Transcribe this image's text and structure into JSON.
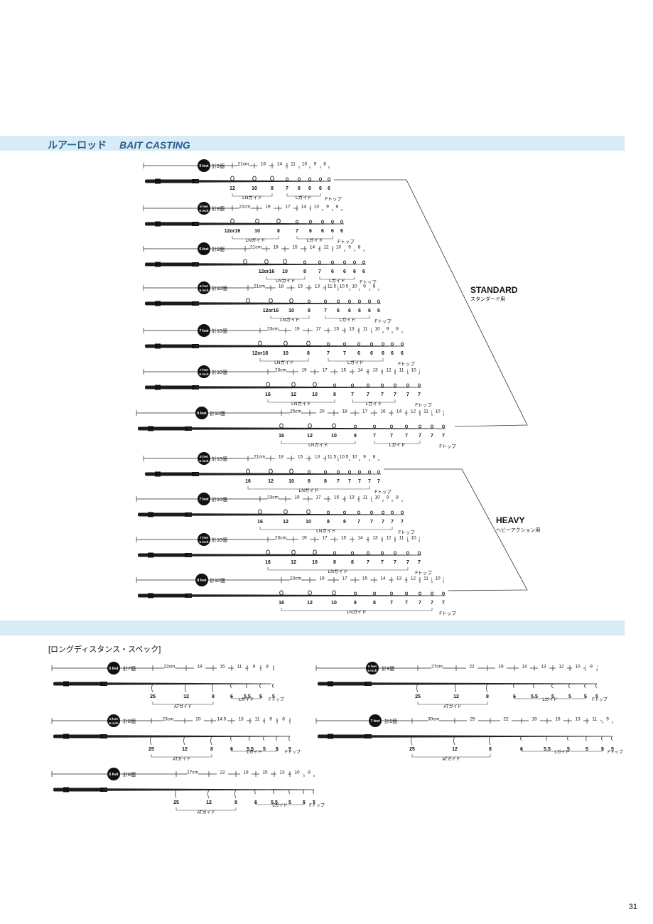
{
  "section": {
    "jp": "ルアーロッド",
    "en": "BAIT CASTING"
  },
  "groups": {
    "standard": {
      "label": "STANDARD",
      "sub": "スタンダード用"
    },
    "heavy": {
      "label": "HEAVY",
      "sub": "ヘビーアクション用"
    }
  },
  "long_distance_title": "[ロングディスタンス・スペック]",
  "page_number": "31",
  "labels": {
    "ln": "LNガイド",
    "l": "Lガイド",
    "at": "ATガイド",
    "f": "Fトップ"
  },
  "rods": [
    {
      "badge": [
        "5feet"
      ],
      "count": "計9個",
      "spacing": [
        "21cm",
        "16",
        "14",
        "11",
        "10",
        "9",
        "8"
      ],
      "sizes": [
        "12",
        "10",
        "8",
        "7",
        "6",
        "6",
        "6",
        "6"
      ],
      "ln": 3,
      "l": 4
    },
    {
      "badge": [
        "5feet",
        "6inches"
      ],
      "count": "計9個",
      "spacing": [
        "21cm",
        "19",
        "17",
        "14",
        "10",
        "9",
        "8"
      ],
      "sizes": [
        "12or16",
        "10",
        "8",
        "7",
        "6",
        "6",
        "6",
        "6"
      ],
      "ln": 3,
      "l": 4
    },
    {
      "badge": [
        "6feet"
      ],
      "count": "計9個",
      "spacing": [
        "21cm",
        "18",
        "15",
        "14",
        "12",
        "10",
        "9",
        "8"
      ],
      "sizes": [
        "12or16",
        "10",
        "8",
        "7",
        "6",
        "6",
        "6",
        "6"
      ],
      "ln": 3,
      "l": 4
    },
    {
      "badge": [
        "6feet",
        "6inches"
      ],
      "count": "計10個",
      "spacing": [
        "21cm",
        "18",
        "15",
        "13",
        "11.5",
        "10.5",
        "10",
        "9",
        "8"
      ],
      "sizes": [
        "12or16",
        "10",
        "8",
        "7",
        "6",
        "6",
        "6",
        "6",
        "6"
      ],
      "ln": 3,
      "l": 5
    },
    {
      "badge": [
        "7feet"
      ],
      "count": "計10個",
      "spacing": [
        "23cm",
        "19",
        "17",
        "15",
        "13",
        "11",
        "10",
        "9",
        "8"
      ],
      "sizes": [
        "12or16",
        "10",
        "8",
        "7",
        "7",
        "6",
        "6",
        "6",
        "6",
        "6"
      ],
      "ln": 3,
      "l": 5
    },
    {
      "badge": [
        "7feet",
        "6inches"
      ],
      "count": "計10個",
      "spacing": [
        "23cm",
        "19",
        "17",
        "15",
        "14",
        "13",
        "12",
        "11",
        "10"
      ],
      "sizes": [
        "16",
        "12",
        "10",
        "8",
        "7",
        "7",
        "7",
        "7",
        "7",
        "7"
      ],
      "ln": 4,
      "l": 4
    },
    {
      "badge": [
        "8feet"
      ],
      "count": "計10個",
      "spacing": [
        "25cm",
        "20",
        "18",
        "17",
        "16",
        "14",
        "12",
        "11",
        "10"
      ],
      "sizes": [
        "16",
        "12",
        "10",
        "8",
        "7",
        "7",
        "7",
        "7",
        "7",
        "7"
      ],
      "ln": 4,
      "l": 4
    },
    {
      "badge": [
        "6feet",
        "6inches"
      ],
      "count": "計10個",
      "spacing": [
        "21cm",
        "18",
        "15",
        "13",
        "11.5",
        "10.5",
        "10",
        "9",
        "8"
      ],
      "sizes": [
        "16",
        "12",
        "10",
        "8",
        "8",
        "7",
        "7",
        "7",
        "7",
        "7"
      ],
      "ln": 9,
      "l": 0
    },
    {
      "badge": [
        "7feet"
      ],
      "count": "計10個",
      "spacing": [
        "23cm",
        "19",
        "17",
        "15",
        "13",
        "11",
        "10",
        "9",
        "8"
      ],
      "sizes": [
        "16",
        "12",
        "10",
        "8",
        "8",
        "7",
        "7",
        "7",
        "7",
        "7"
      ],
      "ln": 9,
      "l": 0
    },
    {
      "badge": [
        "7feet",
        "6inches"
      ],
      "count": "計10個",
      "spacing": [
        "23cm",
        "19",
        "17",
        "15",
        "14",
        "13",
        "12",
        "11",
        "10"
      ],
      "sizes": [
        "16",
        "12",
        "10",
        "8",
        "8",
        "7",
        "7",
        "7",
        "7",
        "7"
      ],
      "ln": 9,
      "l": 0
    },
    {
      "badge": [
        "8feet"
      ],
      "count": "計10個",
      "spacing": [
        "23cm",
        "19",
        "17",
        "15",
        "14",
        "13",
        "12",
        "11",
        "10"
      ],
      "sizes": [
        "16",
        "12",
        "10",
        "8",
        "8",
        "7",
        "7",
        "7",
        "7",
        "7"
      ],
      "ln": 9,
      "l": 0
    }
  ],
  "ld_rods": [
    {
      "badge": [
        "5feet"
      ],
      "count": "計7個",
      "spacing": [
        "22cm",
        "19",
        "15",
        "11",
        "9",
        "8"
      ],
      "sizes": [
        "25",
        "12",
        "8",
        "6",
        "5.5",
        "5",
        "5"
      ],
      "at": 3,
      "l": 3
    },
    {
      "badge": [
        "6feet",
        "6inches"
      ],
      "count": "計9個",
      "spacing": [
        "27cm",
        "22",
        "19",
        "14",
        "13",
        "12",
        "10",
        "9"
      ],
      "sizes": [
        "25",
        "12",
        "8",
        "6",
        "5.5",
        "5",
        "5",
        "5",
        "5"
      ],
      "at": 3,
      "l": 5
    },
    {
      "badge": [
        "5feet",
        "6inches"
      ],
      "count": "計8個",
      "spacing": [
        "23cm",
        "20",
        "14.5",
        "13",
        "11",
        "9",
        "8"
      ],
      "sizes": [
        "25",
        "12",
        "8",
        "6",
        "5.5",
        "5",
        "5",
        "5"
      ],
      "at": 3,
      "l": 4
    },
    {
      "badge": [
        "7feet"
      ],
      "count": "計9個",
      "spacing": [
        "30cm",
        "25",
        "22",
        "19",
        "16",
        "13",
        "11",
        "9"
      ],
      "sizes": [
        "25",
        "12",
        "8",
        "6",
        "5.5",
        "5",
        "5",
        "5",
        "5"
      ],
      "at": 3,
      "l": 5
    },
    {
      "badge": [
        "6feet"
      ],
      "count": "計8個",
      "spacing": [
        "27cm",
        "22",
        "19",
        "15",
        "13",
        "10",
        "9"
      ],
      "sizes": [
        "25",
        "12",
        "8",
        "6",
        "5.5",
        "5",
        "5",
        "5"
      ],
      "at": 3,
      "l": 4
    }
  ]
}
